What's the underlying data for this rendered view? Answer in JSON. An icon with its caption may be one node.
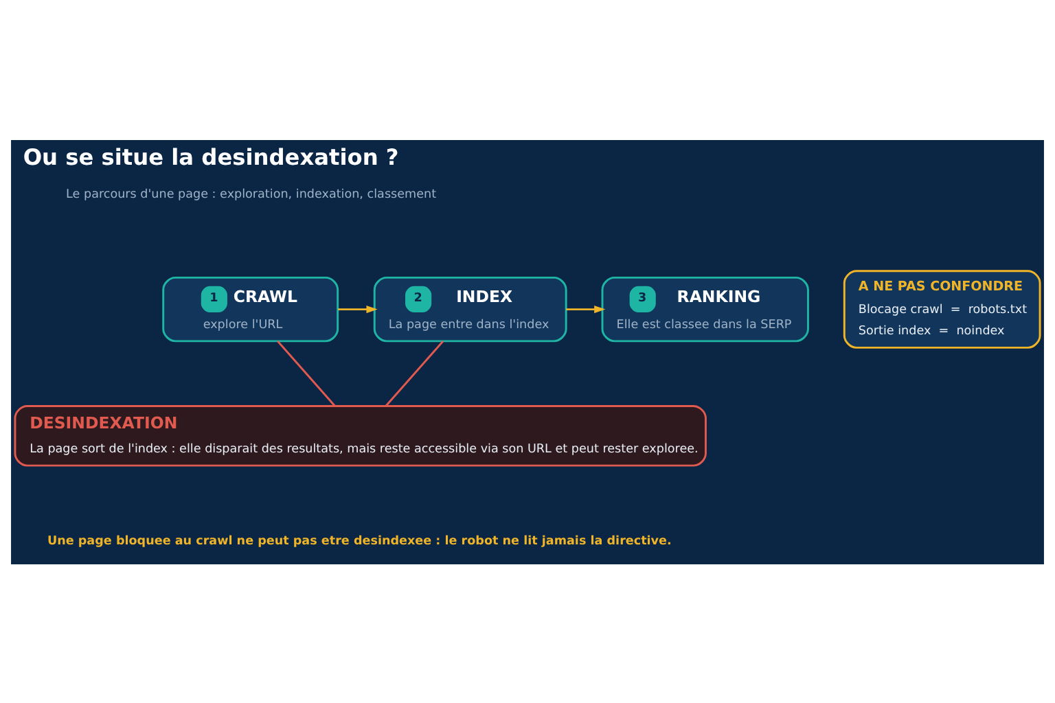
{
  "diagram": {
    "title": "Ou se situe la desindexation ?",
    "nodes": [
      {
        "text": [
          "1",
          "CRAWL",
          "explore l'URL"
        ]
      },
      {
        "text": [
          "2",
          "INDEX",
          "La page entre dans l'index"
        ]
      },
      {
        "text": [
          "3",
          "RANKING",
          "Elle est classee dans la SERP"
        ]
      },
      {
        "text": [
          "DESINDEXATION",
          "La page sort de l'index : elle disparait des resultats, mais reste accessible via son URL et peut rester exploree."
        ]
      },
      {
        "text": [
          "A NE PAS CONFONDRE",
          "Blocage crawl  =  robots.txt",
          "Sortie index  =  noindex"
        ]
      }
    ],
    "edges": [
      {
        "from": 0,
        "to": 1,
        "arrow": "to",
        "color": "#f0b429"
      },
      {
        "from": 1,
        "to": 2,
        "arrow": "to",
        "color": "#f0b429"
      },
      {
        "from": 0,
        "to": 3,
        "arrow": "none",
        "color": "#e05a4f"
      },
      {
        "from": 1,
        "to": 3,
        "arrow": "none",
        "color": "#e05a4f"
      }
    ],
    "labels": [
      "Le parcours d'une page : exploration, indexation, classement",
      "Une page bloquee au crawl ne peut pas etre desindexee : le robot ne lit jamais la directive."
    ]
  }
}
